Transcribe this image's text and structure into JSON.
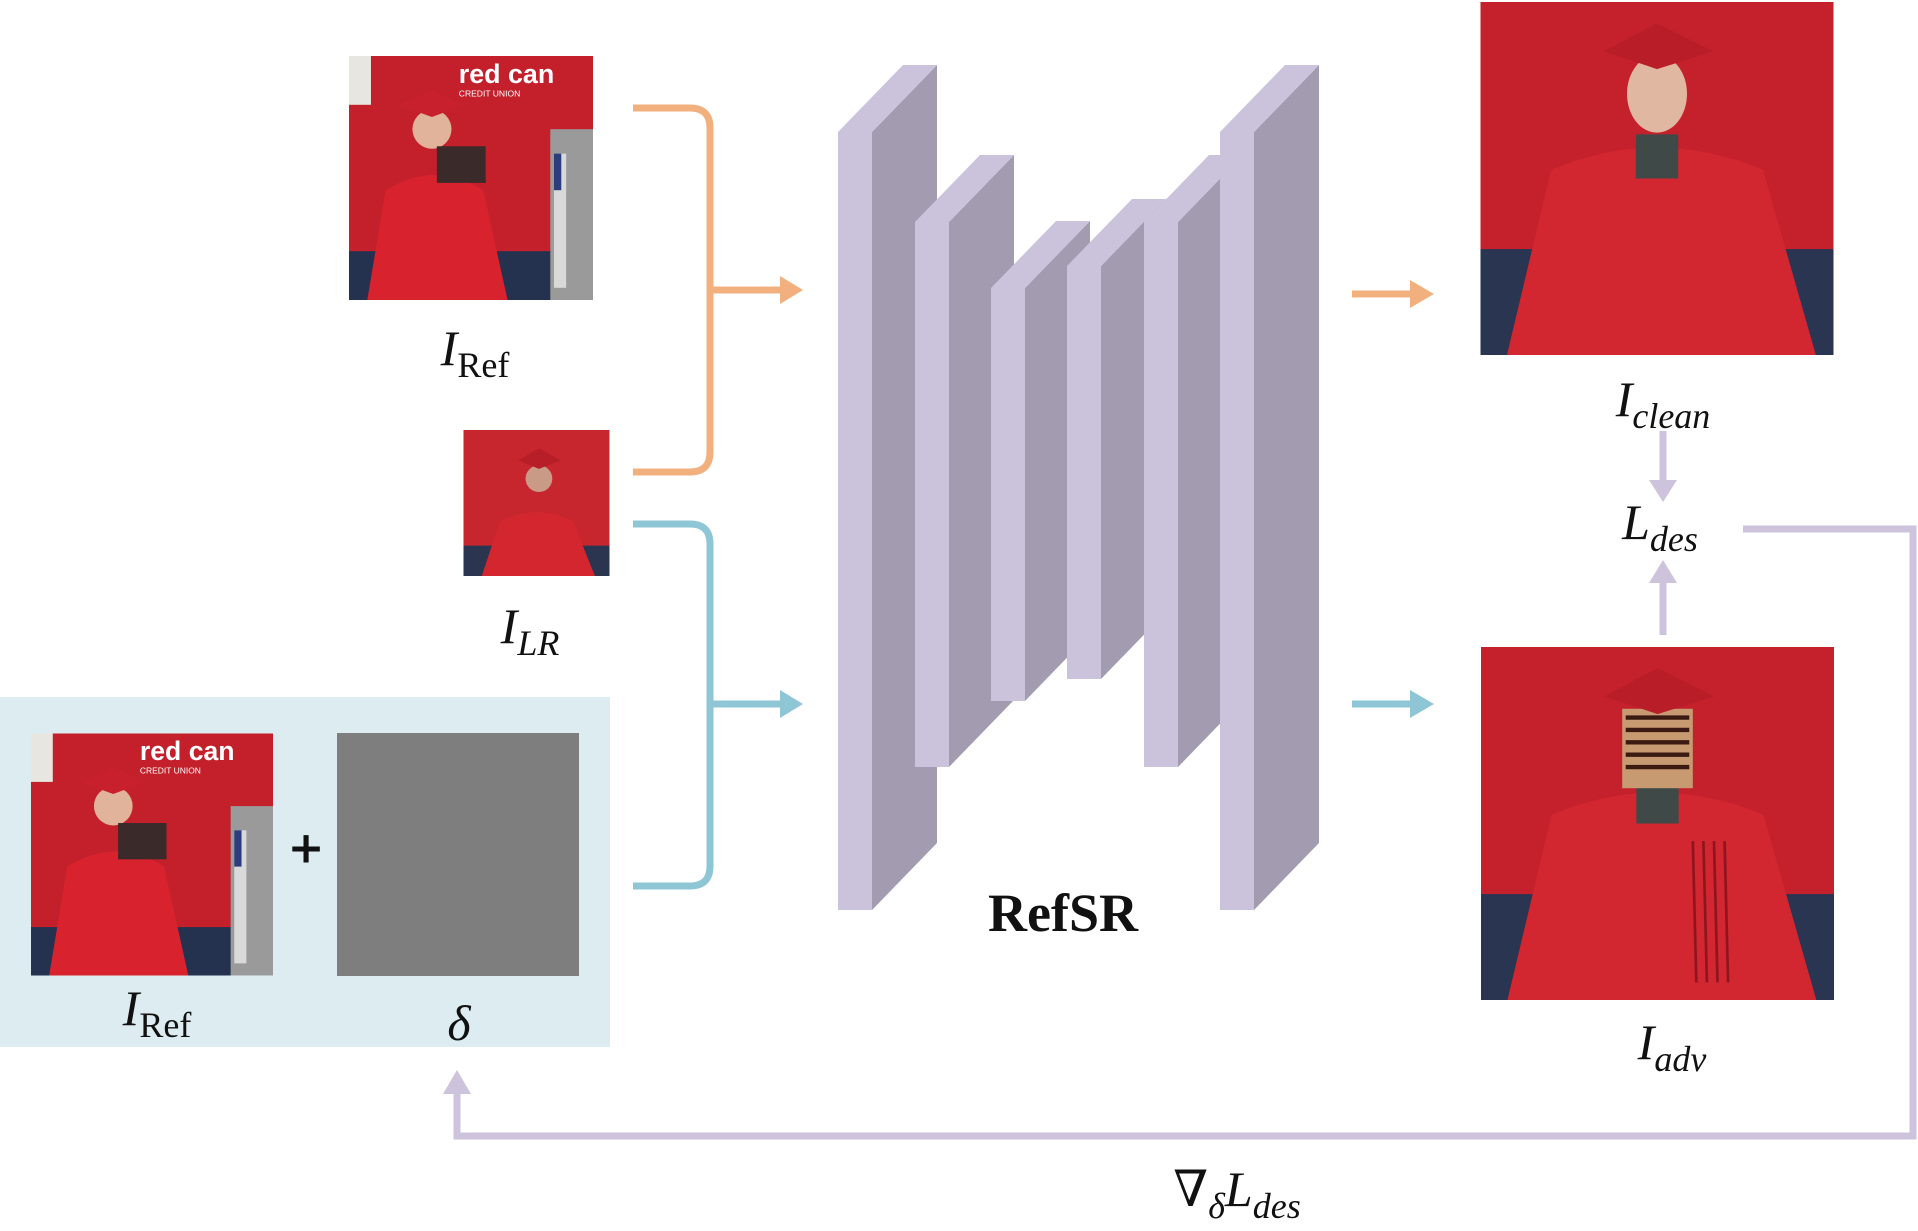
{
  "title": "RefSR adversarial attack pipeline",
  "labels": {
    "ref_top": {
      "main": "I",
      "sub": "Ref"
    },
    "lr": {
      "main": "I",
      "sub": "LR"
    },
    "ref_bottom": {
      "main": "I",
      "sub": "Ref"
    },
    "perturbation": "δ",
    "plus": "+",
    "network": "RefSR",
    "clean": {
      "main": "I",
      "sub": "clean"
    },
    "loss": {
      "main": "L",
      "sub": "des"
    },
    "adv": {
      "main": "I",
      "sub": "adv"
    },
    "gradient": {
      "nabla": "∇",
      "nabla_sub": "δ",
      "main": "L",
      "sub": "des"
    }
  },
  "photo_text": {
    "banner": "red can",
    "banner_sub": "CREDIT UNION"
  },
  "colors": {
    "reference_path": "#f2b07e",
    "lr_path": "#8ec6d6",
    "network_front": "#cbc3dc",
    "network_side": "#a39bb0",
    "feedback": "#cdc3dc",
    "input_panel": "#dcecf1"
  }
}
